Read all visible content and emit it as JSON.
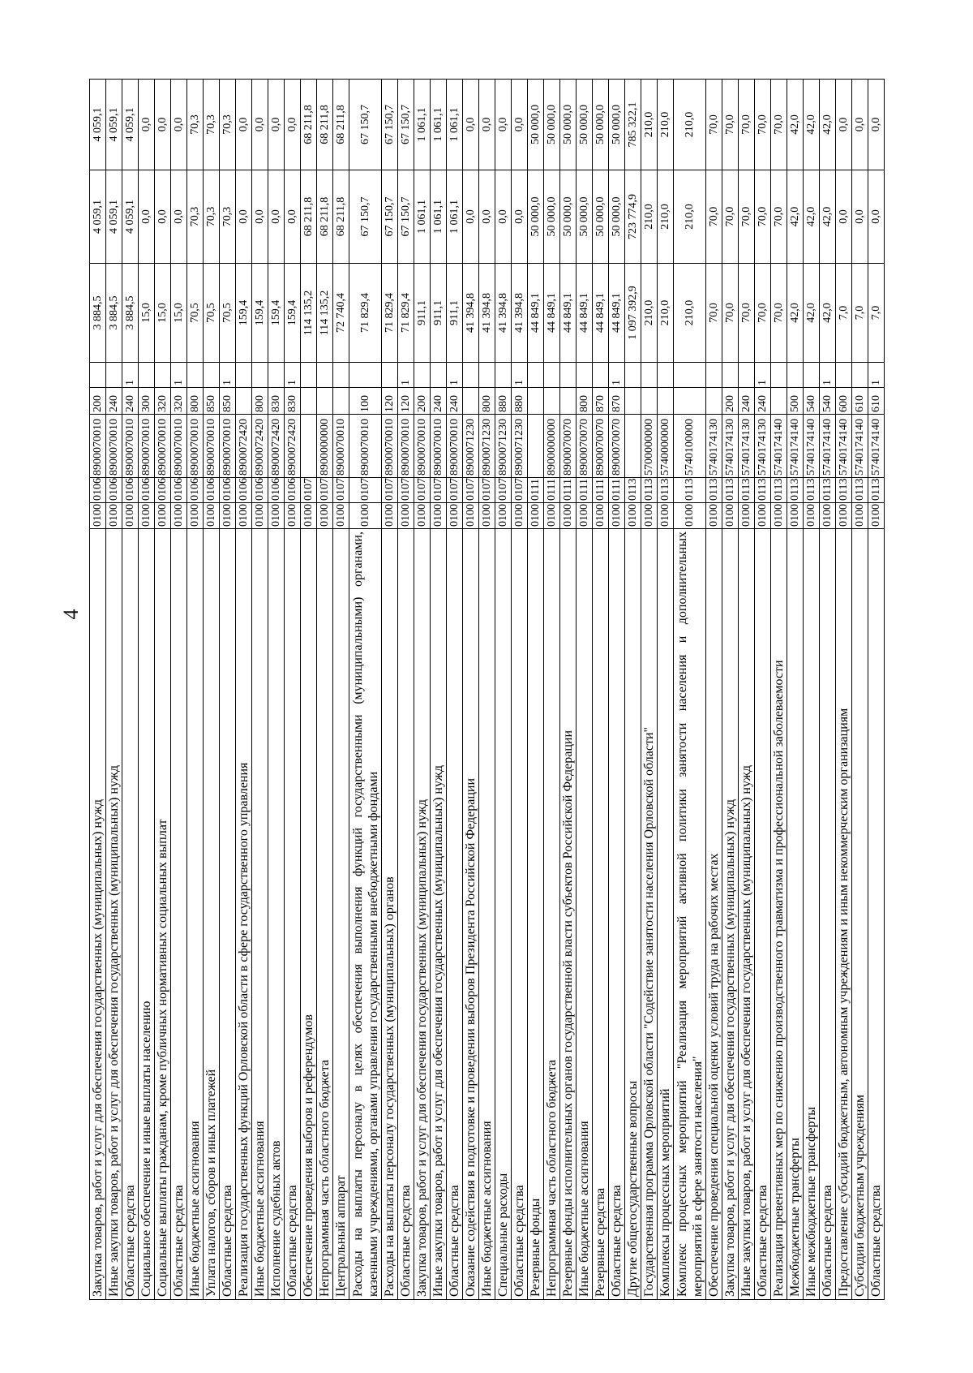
{
  "page_number": "4",
  "table": {
    "rows": [
      {
        "name": "Закупка товаров, работ и услуг для обеспечения государственных (муниципальных) нужд",
        "section": "0100",
        "subsection": "0106",
        "target": "8900070010",
        "type": "200",
        "flag": "",
        "v1": "3 884,5",
        "v2": "4 059,1",
        "v3": "4 059,1"
      },
      {
        "name": "Иные закупки товаров, работ и услуг для обеспечения государственных (муниципальных) нужд",
        "section": "0100",
        "subsection": "0106",
        "target": "8900070010",
        "type": "240",
        "flag": "",
        "v1": "3 884,5",
        "v2": "4 059,1",
        "v3": "4 059,1"
      },
      {
        "name": "Областные средства",
        "section": "0100",
        "subsection": "0106",
        "target": "8900070010",
        "type": "240",
        "flag": "1",
        "v1": "3 884,5",
        "v2": "4 059,1",
        "v3": "4 059,1"
      },
      {
        "name": "Социальное обеспечение и иные выплаты населению",
        "section": "0100",
        "subsection": "0106",
        "target": "8900070010",
        "type": "300",
        "flag": "",
        "v1": "15,0",
        "v2": "0,0",
        "v3": "0,0"
      },
      {
        "name": "Социальные выплаты гражданам, кроме публичных нормативных социальных выплат",
        "section": "0100",
        "subsection": "0106",
        "target": "8900070010",
        "type": "320",
        "flag": "",
        "v1": "15,0",
        "v2": "0,0",
        "v3": "0,0"
      },
      {
        "name": "Областные средства",
        "section": "0100",
        "subsection": "0106",
        "target": "8900070010",
        "type": "320",
        "flag": "1",
        "v1": "15,0",
        "v2": "0,0",
        "v3": "0,0"
      },
      {
        "name": "Иные бюджетные ассигнования",
        "section": "0100",
        "subsection": "0106",
        "target": "8900070010",
        "type": "800",
        "flag": "",
        "v1": "70,5",
        "v2": "70,3",
        "v3": "70,3"
      },
      {
        "name": "Уплата налогов, сборов и иных платежей",
        "section": "0100",
        "subsection": "0106",
        "target": "8900070010",
        "type": "850",
        "flag": "",
        "v1": "70,5",
        "v2": "70,3",
        "v3": "70,3"
      },
      {
        "name": "Областные средства",
        "section": "0100",
        "subsection": "0106",
        "target": "8900070010",
        "type": "850",
        "flag": "1",
        "v1": "70,5",
        "v2": "70,3",
        "v3": "70,3"
      },
      {
        "name": "Реализация государственных функций Орловской области в сфере государственного управления",
        "section": "0100",
        "subsection": "0106",
        "target": "8900072420",
        "type": "",
        "flag": "",
        "v1": "159,4",
        "v2": "0,0",
        "v3": "0,0"
      },
      {
        "name": "Иные бюджетные ассигнования",
        "section": "0100",
        "subsection": "0106",
        "target": "8900072420",
        "type": "800",
        "flag": "",
        "v1": "159,4",
        "v2": "0,0",
        "v3": "0,0"
      },
      {
        "name": "Исполнение судебных актов",
        "section": "0100",
        "subsection": "0106",
        "target": "8900072420",
        "type": "830",
        "flag": "",
        "v1": "159,4",
        "v2": "0,0",
        "v3": "0,0"
      },
      {
        "name": "Областные средства",
        "section": "0100",
        "subsection": "0106",
        "target": "8900072420",
        "type": "830",
        "flag": "1",
        "v1": "159,4",
        "v2": "0,0",
        "v3": "0,0"
      },
      {
        "name": "Обеспечение проведения выборов и референдумов",
        "section": "0100",
        "subsection": "0107",
        "target": "",
        "type": "",
        "flag": "",
        "v1": "114 135,2",
        "v2": "68 211,8",
        "v3": "68 211,8"
      },
      {
        "name": "Непрограммная часть областного бюджета",
        "section": "0100",
        "subsection": "0107",
        "target": "8900000000",
        "type": "",
        "flag": "",
        "v1": "114 135,2",
        "v2": "68 211,8",
        "v3": "68 211,8"
      },
      {
        "name": "Центральный аппарат",
        "section": "0100",
        "subsection": "0107",
        "target": "8900070010",
        "type": "",
        "flag": "",
        "v1": "72 740,4",
        "v2": "68 211,8",
        "v3": "68 211,8"
      },
      {
        "name": [
          "Расходы на выплаты персоналу в целях обеспечения выполнения функций государственными (муниципальными) органами,",
          "казенными учреждениями, органами управления государственными внебюджетными фондами"
        ],
        "section": "0100",
        "subsection": "0107",
        "target": "8900070010",
        "type": "100",
        "flag": "",
        "v1": "71 829,4",
        "v2": "67 150,7",
        "v3": "67 150,7"
      },
      {
        "name": "Расходы на выплаты персоналу государственных (муниципальных) органов",
        "section": "0100",
        "subsection": "0107",
        "target": "8900070010",
        "type": "120",
        "flag": "",
        "v1": "71 829,4",
        "v2": "67 150,7",
        "v3": "67 150,7"
      },
      {
        "name": "Областные средства",
        "section": "0100",
        "subsection": "0107",
        "target": "8900070010",
        "type": "120",
        "flag": "1",
        "v1": "71 829,4",
        "v2": "67 150,7",
        "v3": "67 150,7"
      },
      {
        "name": "Закупка товаров, работ и услуг для обеспечения государственных (муниципальных) нужд",
        "section": "0100",
        "subsection": "0107",
        "target": "8900070010",
        "type": "200",
        "flag": "",
        "v1": "911,1",
        "v2": "1 061,1",
        "v3": "1 061,1"
      },
      {
        "name": "Иные закупки товаров, работ и услуг для обеспечения государственных (муниципальных) нужд",
        "section": "0100",
        "subsection": "0107",
        "target": "8900070010",
        "type": "240",
        "flag": "",
        "v1": "911,1",
        "v2": "1 061,1",
        "v3": "1 061,1"
      },
      {
        "name": "Областные средства",
        "section": "0100",
        "subsection": "0107",
        "target": "8900070010",
        "type": "240",
        "flag": "1",
        "v1": "911,1",
        "v2": "1 061,1",
        "v3": "1 061,1"
      },
      {
        "name": "Оказание содействия в подготовке и проведении выборов Президента Российской Федерации",
        "section": "0100",
        "subsection": "0107",
        "target": "8900071230",
        "type": "",
        "flag": "",
        "v1": "41 394,8",
        "v2": "0,0",
        "v3": "0,0"
      },
      {
        "name": "Иные бюджетные ассигнования",
        "section": "0100",
        "subsection": "0107",
        "target": "8900071230",
        "type": "800",
        "flag": "",
        "v1": "41 394,8",
        "v2": "0,0",
        "v3": "0,0"
      },
      {
        "name": "Специальные расходы",
        "section": "0100",
        "subsection": "0107",
        "target": "8900071230",
        "type": "880",
        "flag": "",
        "v1": "41 394,8",
        "v2": "0,0",
        "v3": "0,0"
      },
      {
        "name": "Областные средства",
        "section": "0100",
        "subsection": "0107",
        "target": "8900071230",
        "type": "880",
        "flag": "1",
        "v1": "41 394,8",
        "v2": "0,0",
        "v3": "0,0"
      },
      {
        "name": "Резервные фонды",
        "section": "0100",
        "subsection": "0111",
        "target": "",
        "type": "",
        "flag": "",
        "v1": "44 849,1",
        "v2": "50 000,0",
        "v3": "50 000,0"
      },
      {
        "name": "Непрограммная часть областного бюджета",
        "section": "0100",
        "subsection": "0111",
        "target": "8900000000",
        "type": "",
        "flag": "",
        "v1": "44 849,1",
        "v2": "50 000,0",
        "v3": "50 000,0"
      },
      {
        "name": "Резервные фонды исполнительных органов государственной власти субъектов Российской Федерации",
        "section": "0100",
        "subsection": "0111",
        "target": "8900070070",
        "type": "",
        "flag": "",
        "v1": "44 849,1",
        "v2": "50 000,0",
        "v3": "50 000,0"
      },
      {
        "name": "Иные бюджетные ассигнования",
        "section": "0100",
        "subsection": "0111",
        "target": "8900070070",
        "type": "800",
        "flag": "",
        "v1": "44 849,1",
        "v2": "50 000,0",
        "v3": "50 000,0"
      },
      {
        "name": "Резервные средства",
        "section": "0100",
        "subsection": "0111",
        "target": "8900070070",
        "type": "870",
        "flag": "",
        "v1": "44 849,1",
        "v2": "50 000,0",
        "v3": "50 000,0"
      },
      {
        "name": "Областные средства",
        "section": "0100",
        "subsection": "0111",
        "target": "8900070070",
        "type": "870",
        "flag": "1",
        "v1": "44 849,1",
        "v2": "50 000,0",
        "v3": "50 000,0"
      },
      {
        "name": "Другие общегосударственные вопросы",
        "section": "0100",
        "subsection": "0113",
        "target": "",
        "type": "",
        "flag": "",
        "v1": "1 097 392,9",
        "v2": "723 774,9",
        "v3": "785 322,1"
      },
      {
        "name": "Государственная программа Орловской области \"Содействие занятости населения Орловской области\"",
        "section": "0100",
        "subsection": "0113",
        "target": "5700000000",
        "type": "",
        "flag": "",
        "v1": "210,0",
        "v2": "210,0",
        "v3": "210,0"
      },
      {
        "name": "Комплексы процессных мероприятий",
        "section": "0100",
        "subsection": "0113",
        "target": "5740000000",
        "type": "",
        "flag": "",
        "v1": "210,0",
        "v2": "210,0",
        "v3": "210,0"
      },
      {
        "name": [
          "Комплекс процессных мероприятий \"Реализация мероприятий активной политики занятости населения и дополнительных",
          "мероприятий в сфере занятости населения\""
        ],
        "section": "0100",
        "subsection": "0113",
        "target": "5740100000",
        "type": "",
        "flag": "",
        "v1": "210,0",
        "v2": "210,0",
        "v3": "210,0"
      },
      {
        "name": "Обеспечение проведения специальной оценки условий труда на рабочих местах",
        "section": "0100",
        "subsection": "0113",
        "target": "5740174130",
        "type": "",
        "flag": "",
        "v1": "70,0",
        "v2": "70,0",
        "v3": "70,0"
      },
      {
        "name": "Закупка товаров, работ и услуг для обеспечения государственных (муниципальных) нужд",
        "section": "0100",
        "subsection": "0113",
        "target": "5740174130",
        "type": "200",
        "flag": "",
        "v1": "70,0",
        "v2": "70,0",
        "v3": "70,0"
      },
      {
        "name": "Иные закупки товаров, работ и услуг для обеспечения государственных (муниципальных) нужд",
        "section": "0100",
        "subsection": "0113",
        "target": "5740174130",
        "type": "240",
        "flag": "",
        "v1": "70,0",
        "v2": "70,0",
        "v3": "70,0"
      },
      {
        "name": "Областные средства",
        "section": "0100",
        "subsection": "0113",
        "target": "5740174130",
        "type": "240",
        "flag": "1",
        "v1": "70,0",
        "v2": "70,0",
        "v3": "70,0"
      },
      {
        "name": "Реализация превентивных мер по снижению производственного травматизма и профессиональной заболеваемости",
        "section": "0100",
        "subsection": "0113",
        "target": "5740174140",
        "type": "",
        "flag": "",
        "v1": "70,0",
        "v2": "70,0",
        "v3": "70,0"
      },
      {
        "name": "Межбюджетные трансферты",
        "section": "0100",
        "subsection": "0113",
        "target": "5740174140",
        "type": "500",
        "flag": "",
        "v1": "42,0",
        "v2": "42,0",
        "v3": "42,0"
      },
      {
        "name": "Иные межбюджетные трансферты",
        "section": "0100",
        "subsection": "0113",
        "target": "5740174140",
        "type": "540",
        "flag": "",
        "v1": "42,0",
        "v2": "42,0",
        "v3": "42,0"
      },
      {
        "name": "Областные средства",
        "section": "0100",
        "subsection": "0113",
        "target": "5740174140",
        "type": "540",
        "flag": "1",
        "v1": "42,0",
        "v2": "42,0",
        "v3": "42,0"
      },
      {
        "name": "Предоставление субсидий бюджетным, автономным учреждениям и иным некоммерческим организациям",
        "section": "0100",
        "subsection": "0113",
        "target": "5740174140",
        "type": "600",
        "flag": "",
        "v1": "7,0",
        "v2": "0,0",
        "v3": "0,0"
      },
      {
        "name": "Субсидии бюджетным учреждениям",
        "section": "0100",
        "subsection": "0113",
        "target": "5740174140",
        "type": "610",
        "flag": "",
        "v1": "7,0",
        "v2": "0,0",
        "v3": "0,0"
      },
      {
        "name": "Областные средства",
        "section": "0100",
        "subsection": "0113",
        "target": "5740174140",
        "type": "610",
        "flag": "1",
        "v1": "7,0",
        "v2": "0,0",
        "v3": "0,0"
      }
    ]
  }
}
